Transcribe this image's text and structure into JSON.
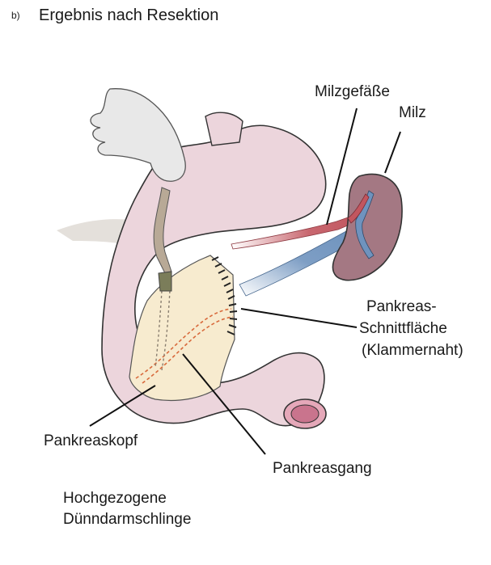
{
  "panel_letter": "b)",
  "title": "Ergebnis nach Resektion",
  "labels": {
    "milzgefaesse": "Milzgefäße",
    "milz": "Milz",
    "schnitt_line1": "Pankreas-",
    "schnitt_line2": "Schnittfläche",
    "schnitt_line3": "(Klammernaht)",
    "pankreaskopf": "Pankreaskopf",
    "pankreasgang": "Pankreasgang",
    "duenndarm_line1": "Hochgezogene",
    "duenndarm_line2": "Dünndarmschlinge"
  },
  "colors": {
    "stomach_fill": "#ecd5dc",
    "pancreas_fill": "#f7ebcf",
    "spleen_fill": "#a47883",
    "artery": "#c2565f",
    "vein": "#6f93be",
    "duct": "#d86a3c",
    "bile": "#a89a86",
    "hand": "#e8e8e8",
    "outline": "#333333"
  }
}
